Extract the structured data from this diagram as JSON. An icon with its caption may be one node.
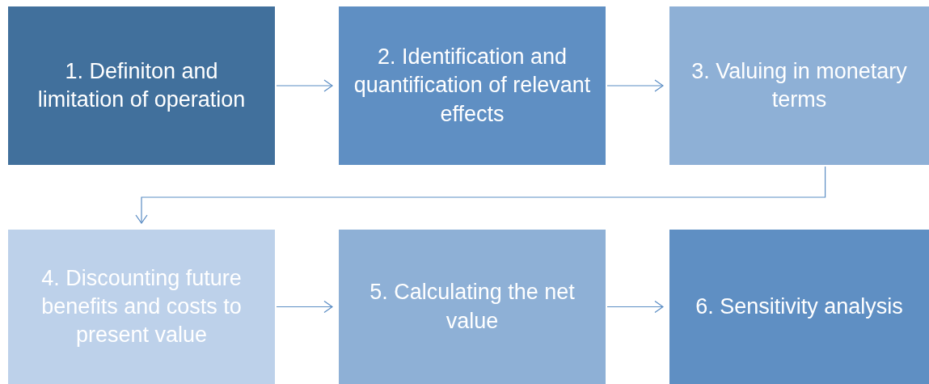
{
  "diagram": {
    "nodes": [
      {
        "text": [
          "1. Definiton and limitation of operation"
        ]
      },
      {
        "text": [
          "2. Identification and quantification of relevant effects"
        ]
      },
      {
        "text": [
          "3. Valuing in monetary terms"
        ]
      },
      {
        "text": [
          "4. Discounting future benefits and costs to present value"
        ]
      },
      {
        "text": [
          "5. Calculating the net value"
        ]
      },
      {
        "text": [
          "6. Sensitivity analysis"
        ]
      }
    ],
    "edges": [
      {
        "from": 0,
        "to": 1,
        "arrow": "to"
      },
      {
        "from": 1,
        "to": 2,
        "arrow": "to"
      },
      {
        "from": 2,
        "to": 3,
        "arrow": "to"
      },
      {
        "from": 3,
        "to": 4,
        "arrow": "to"
      },
      {
        "from": 4,
        "to": 5,
        "arrow": "to"
      }
    ]
  }
}
